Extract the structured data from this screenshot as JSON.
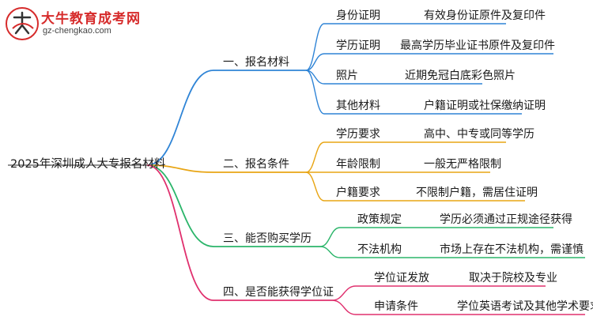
{
  "logo": {
    "title": "大牛教育成考网",
    "url": "gz-chengkao.com",
    "mark_text": "大牛"
  },
  "root": "2025年深圳成人大专报名材料",
  "colors": {
    "branch1": "#2f84d6",
    "branch2": "#e8a514",
    "branch3": "#2bb56a",
    "branch4": "#e0306e",
    "brand": "#d62b2b"
  },
  "branches": [
    {
      "label": "一、报名材料",
      "children": [
        {
          "label": "身份证明",
          "detail": "有效身份证原件及复印件"
        },
        {
          "label": "学历证明",
          "detail": "最高学历毕业证书原件及复印件"
        },
        {
          "label": "照片",
          "detail": "近期免冠白底彩色照片"
        },
        {
          "label": "其他材料",
          "detail": "户籍证明或社保缴纳证明"
        }
      ]
    },
    {
      "label": "二、报名条件",
      "children": [
        {
          "label": "学历要求",
          "detail": "高中、中专或同等学历"
        },
        {
          "label": "年龄限制",
          "detail": "一般无严格限制"
        },
        {
          "label": "户籍要求",
          "detail": "不限制户籍，需居住证明"
        }
      ]
    },
    {
      "label": "三、能否购买学历",
      "children": [
        {
          "label": "政策规定",
          "detail": "学历必须通过正规途径获得"
        },
        {
          "label": "不法机构",
          "detail": "市场上存在不法机构，需谨慎"
        }
      ]
    },
    {
      "label": "四、是否能获得学位证",
      "children": [
        {
          "label": "学位证发放",
          "detail": "取决于院校及专业"
        },
        {
          "label": "申请条件",
          "detail": "学位英语考试及其他学术要求"
        }
      ]
    }
  ]
}
